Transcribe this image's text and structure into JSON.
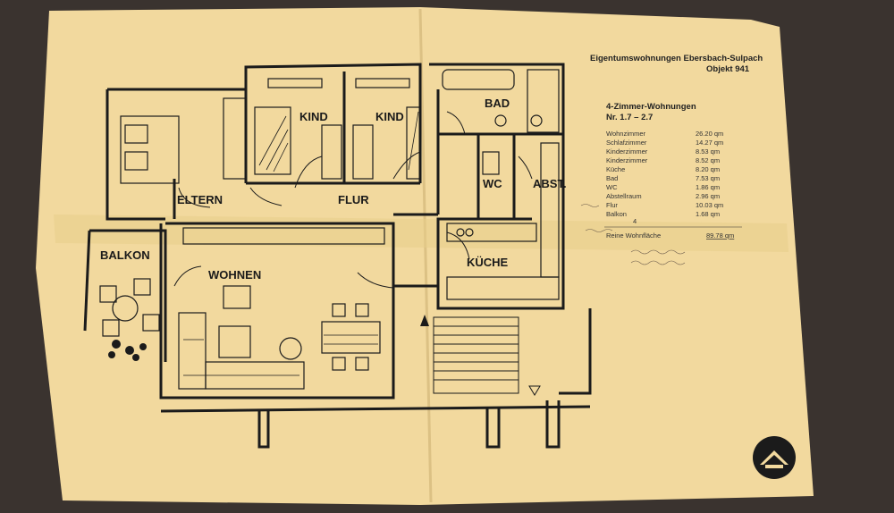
{
  "header": {
    "title": "Eigentumswohnungen Ebersbach-Sulpach",
    "object": "Objekt 941",
    "subtitle": "4-Zimmer-Wohnungen",
    "numbers": "Nr. 1.7 – 2.7"
  },
  "rooms": {
    "eltern": "ELTERN",
    "kind1": "KIND",
    "kind2": "KIND",
    "flur": "FLUR",
    "bad": "BAD",
    "wc": "WC",
    "abst": "ABST.",
    "kueche": "KÜCHE",
    "wohnen": "WOHNEN",
    "balkon": "BALKON"
  },
  "areas": [
    {
      "room": "Wohnzimmer",
      "value": "26.20 qm"
    },
    {
      "room": "Schlafzimmer",
      "value": "14.27 qm"
    },
    {
      "room": "Kinderzimmer",
      "value": "8.53 qm"
    },
    {
      "room": "Kinderzimmer",
      "value": "8.52 qm"
    },
    {
      "room": "Küche",
      "value": "8.20 qm"
    },
    {
      "room": "Bad",
      "value": "7.53 qm"
    },
    {
      "room": "WC",
      "value": "1.86 qm"
    },
    {
      "room": "Abstellraum",
      "value": "2.96 qm"
    },
    {
      "room": "Flur",
      "value": "10.03 qm"
    },
    {
      "room": "Balkon",
      "value": "1.68 qm"
    }
  ],
  "balkon_note": "4",
  "total": {
    "label": "Reine Wohnfläche",
    "value": "89.78 qm"
  },
  "colors": {
    "paper": "#f3dca2",
    "line": "#1b1b1b",
    "background": "#3a332f"
  }
}
